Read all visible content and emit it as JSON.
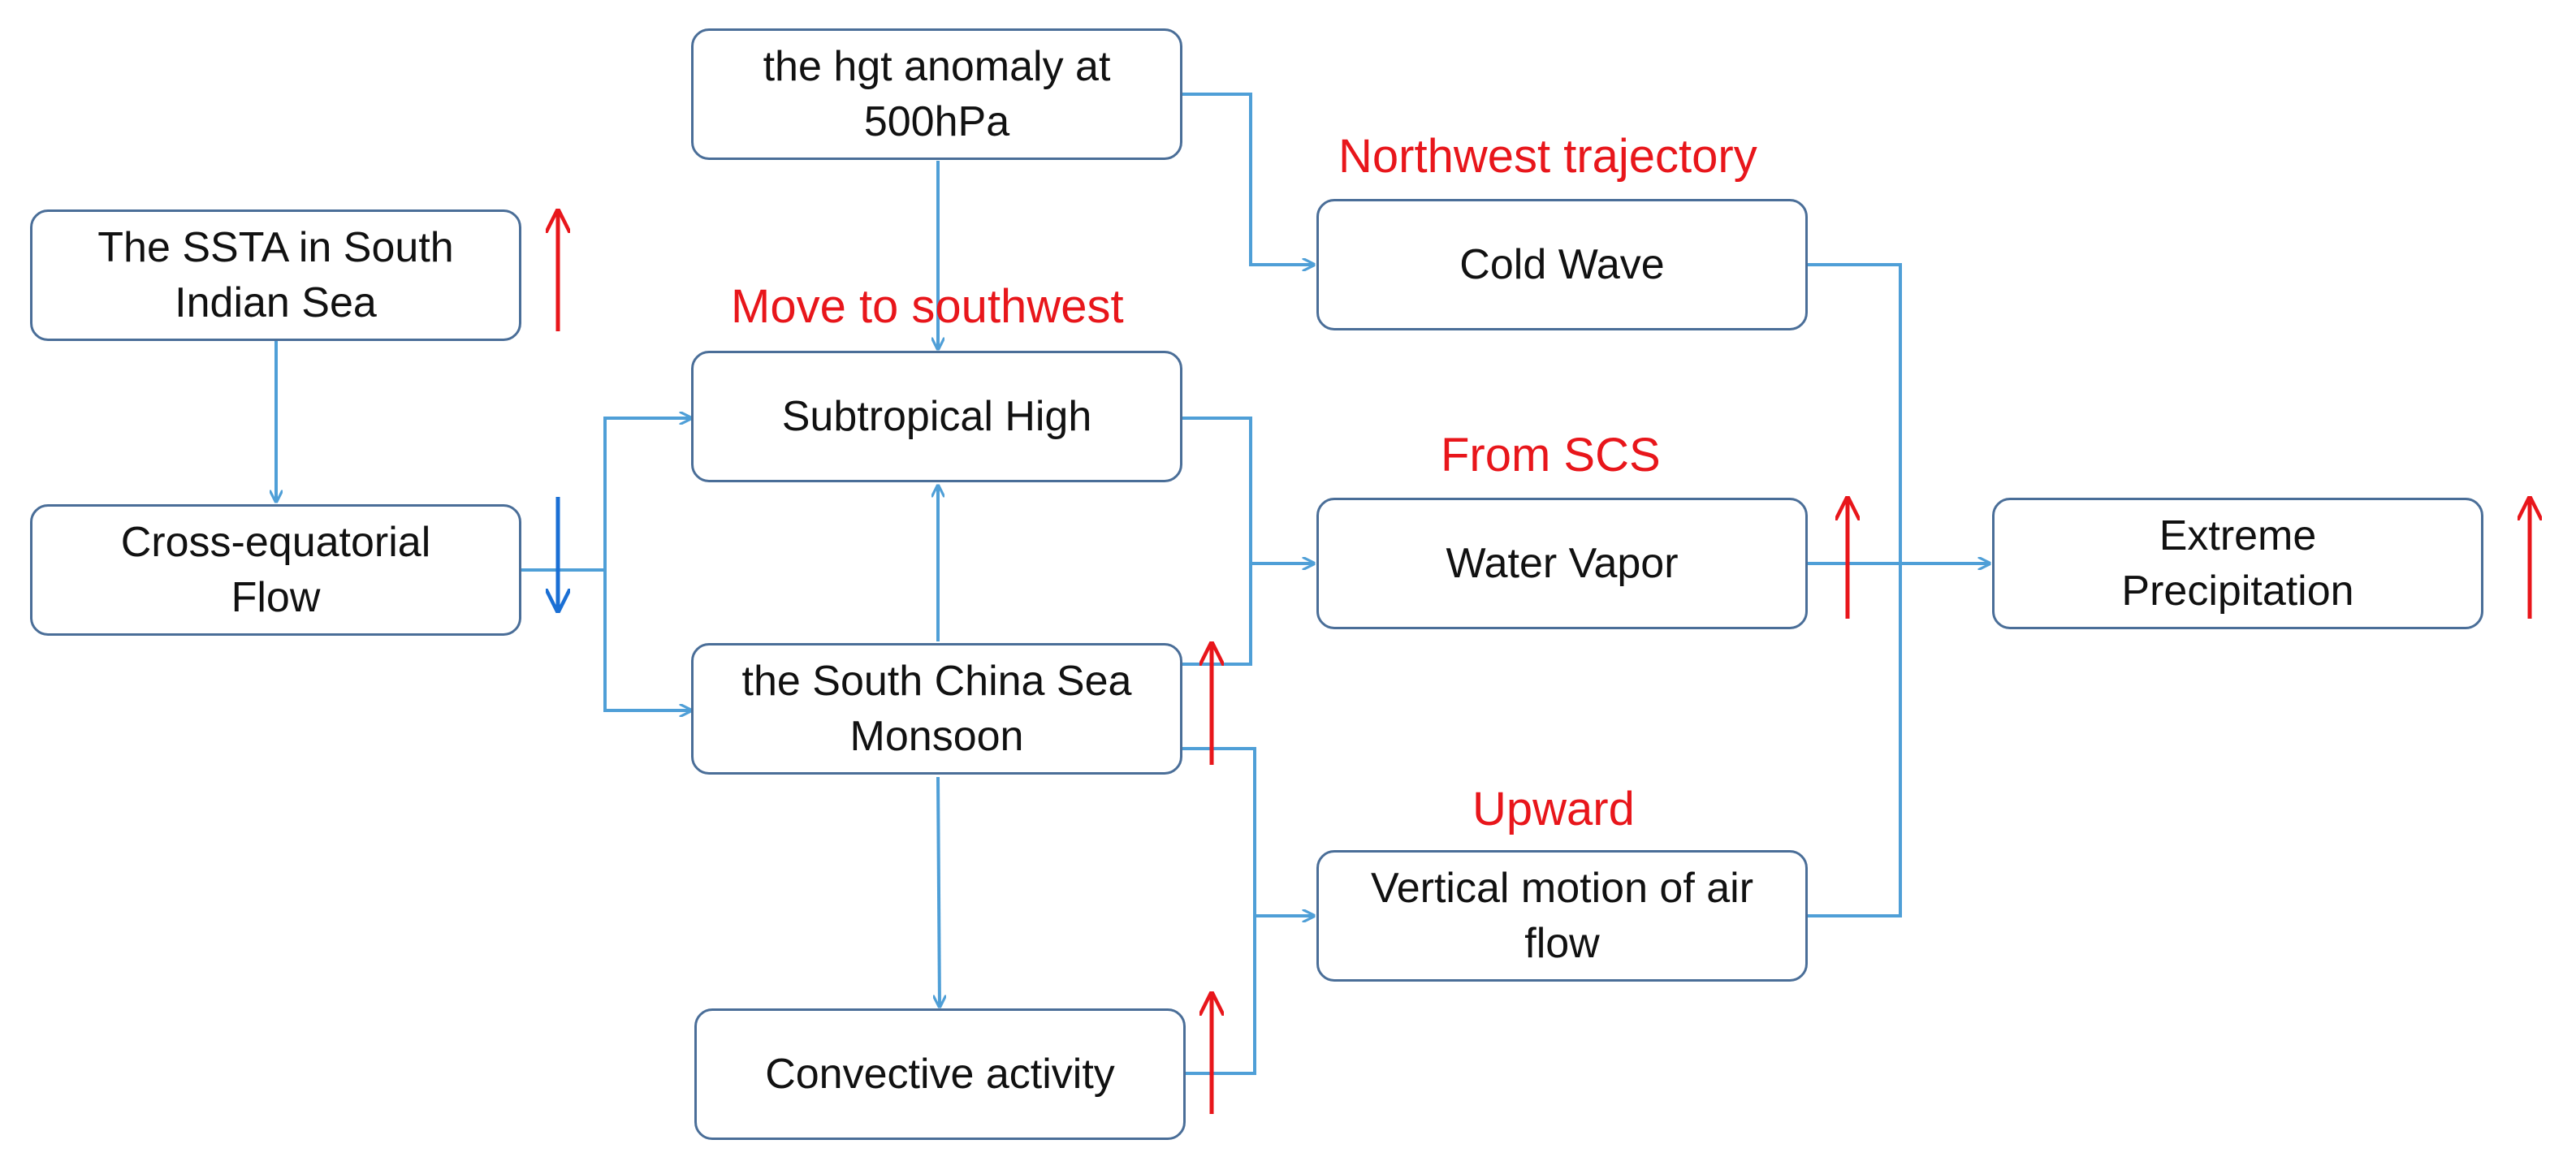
{
  "nodes": {
    "hgt_anomaly": "the hgt anomaly at\n500hPa",
    "ssta": "The SSTA in South\nIndian Sea",
    "cross_equatorial": "Cross-equatorial\nFlow",
    "subtropical_high": "Subtropical High",
    "scs_monsoon": "the South China Sea\nMonsoon",
    "convective": "Convective activity",
    "cold_wave": "Cold Wave",
    "water_vapor": "Water Vapor",
    "vertical_motion": "Vertical motion of air\nflow",
    "extreme_precip": "Extreme\nPrecipitation"
  },
  "annotations": {
    "northwest": "Northwest trajectory",
    "southwest": "Move to southwest",
    "from_scs": "From SCS",
    "upward": "Upward"
  },
  "indicators": {
    "ssta": "increase",
    "cross_equatorial": "decrease",
    "scs_monsoon": "increase",
    "convective": "increase",
    "water_vapor": "increase",
    "extreme_precip": "increase"
  },
  "colors": {
    "box_border": "#4a6e98",
    "connector": "#4f9fd7",
    "annotation_text": "#e8161b",
    "increase_arrow": "#e8161b",
    "decrease_arrow": "#1a6fd4"
  }
}
